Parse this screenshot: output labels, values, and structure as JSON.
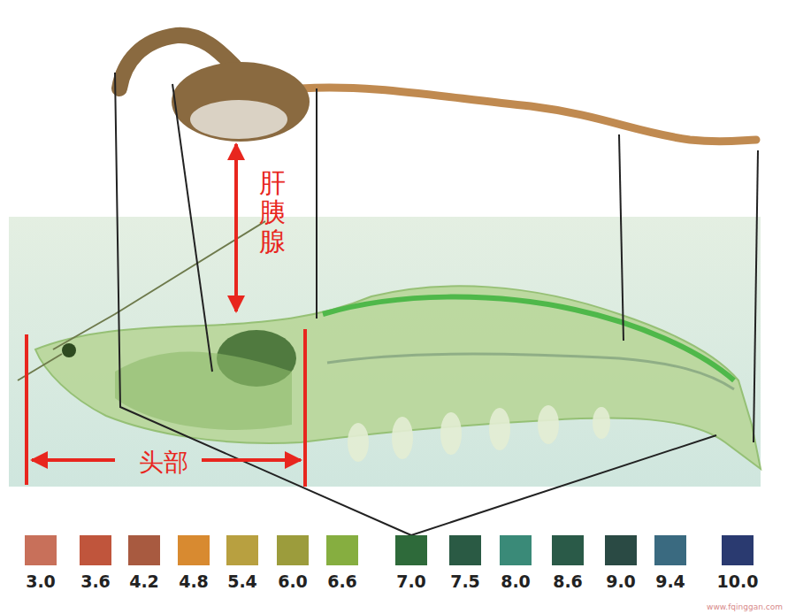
{
  "diagram": {
    "labels": [
      "肝胰腺",
      "头部",
      "www.fqinggan.com"
    ],
    "legend": [
      {
        "text": "3.0",
        "color": "#c8705a"
      },
      {
        "text": "3.6",
        "color": "#c0553c"
      },
      {
        "text": "4.2",
        "color": "#a85a40"
      },
      {
        "text": "4.8",
        "color": "#d88a30"
      },
      {
        "text": "5.4",
        "color": "#b8a040"
      },
      {
        "text": "6.0",
        "color": "#9c9c3c"
      },
      {
        "text": "6.6",
        "color": "#86ae40"
      },
      {
        "text": "7.0",
        "color": "#2e6a3a"
      },
      {
        "text": "7.5",
        "color": "#2a5a44"
      },
      {
        "text": "8.0",
        "color": "#3a8a78"
      },
      {
        "text": "8.6",
        "color": "#2a5a48"
      },
      {
        "text": "9.0",
        "color": "#2a4a44"
      },
      {
        "text": "9.4",
        "color": "#3a6a80"
      },
      {
        "text": "10.0",
        "color": "#2a3a70"
      }
    ]
  }
}
